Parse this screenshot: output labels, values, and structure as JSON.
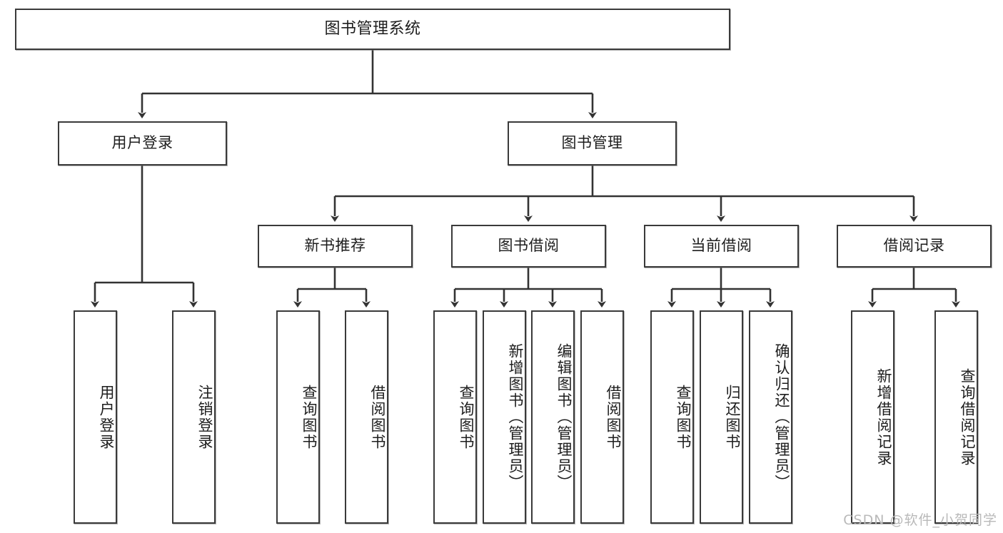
{
  "diagram": {
    "title": "图书管理系统",
    "type": "tree-hierarchy",
    "root": {
      "label": "图书管理系统"
    },
    "level2": [
      {
        "id": "user-login",
        "label": "用户登录"
      },
      {
        "id": "book-manage",
        "label": "图书管理"
      }
    ],
    "level3": [
      {
        "id": "new-book-recommend",
        "label": "新书推荐"
      },
      {
        "id": "book-borrow",
        "label": "图书借阅"
      },
      {
        "id": "current-borrow",
        "label": "当前借阅"
      },
      {
        "id": "borrow-record",
        "label": "借阅记录"
      }
    ],
    "leaves": {
      "user_login": [
        {
          "id": "leaf-user-login",
          "label": "用户登录"
        },
        {
          "id": "leaf-logout-login",
          "label": "注销登录"
        }
      ],
      "new_book_recommend": [
        {
          "id": "leaf-query-book-1",
          "label": "查询图书"
        },
        {
          "id": "leaf-borrow-book-1",
          "label": "借阅图书"
        }
      ],
      "book_borrow": [
        {
          "id": "leaf-query-book-2",
          "label": "查询图书"
        },
        {
          "id": "leaf-add-book",
          "label": "新增图书（管理员）"
        },
        {
          "id": "leaf-edit-book",
          "label": "编辑图书（管理员）"
        },
        {
          "id": "leaf-borrow-book-2",
          "label": "借阅图书"
        }
      ],
      "current_borrow": [
        {
          "id": "leaf-query-book-3",
          "label": "查询图书"
        },
        {
          "id": "leaf-return-book",
          "label": "归还图书"
        },
        {
          "id": "leaf-confirm-return",
          "label": "确认归还（管理员）"
        }
      ],
      "borrow_record": [
        {
          "id": "leaf-add-record",
          "label": "新增借阅记录"
        },
        {
          "id": "leaf-query-record",
          "label": "查询借阅记录"
        }
      ]
    }
  },
  "watermark": {
    "text": "CSDN @软件_小贺同学"
  },
  "colors": {
    "border": "#3a3a3a",
    "background": "#ffffff",
    "text": "#1d1d1d",
    "edge": "#333333",
    "watermark": "#b9b9b9"
  }
}
